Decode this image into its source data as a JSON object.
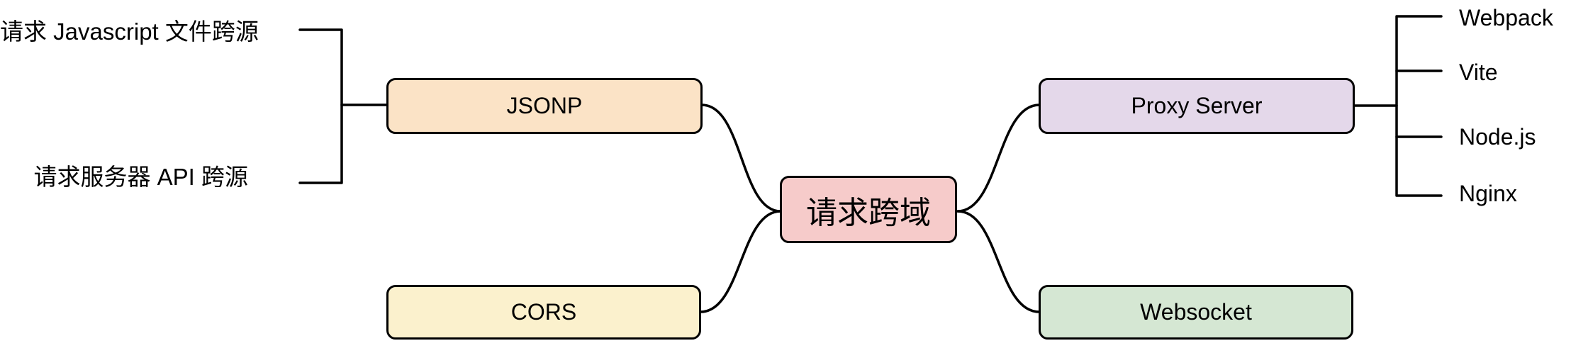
{
  "diagram": {
    "root": {
      "label": "请求跨域",
      "fill": "#f6cbca"
    },
    "nodes": {
      "jsonp": {
        "label": "JSONP",
        "fill": "#fbe3c6"
      },
      "cors": {
        "label": "CORS",
        "fill": "#fbf1cd"
      },
      "proxy": {
        "label": "Proxy Server",
        "fill": "#e4d8ea"
      },
      "websocket": {
        "label": "Websocket",
        "fill": "#d5e7d3"
      }
    },
    "jsonp_children": [
      {
        "label": "请求 Javascript 文件跨源"
      },
      {
        "label": "请求服务器 API 跨源"
      }
    ],
    "proxy_children": [
      {
        "label": "Webpack"
      },
      {
        "label": "Vite"
      },
      {
        "label": "Node.js"
      },
      {
        "label": "Nginx"
      }
    ],
    "line_color": "#000000"
  }
}
